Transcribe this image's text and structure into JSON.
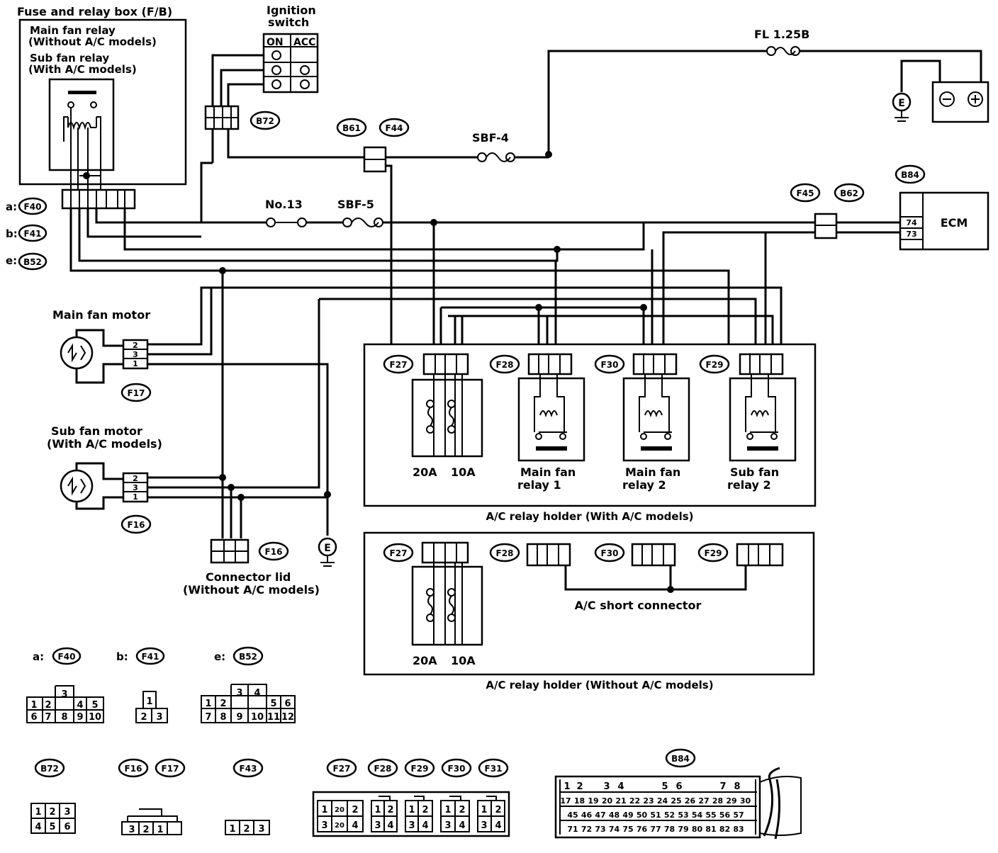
{
  "labels": {
    "fuse_box_title": "Fuse and relay box (F/B)",
    "main_relay_1": "Main fan relay",
    "main_relay_2": "(Without A/C models)",
    "sub_relay_1": "Sub fan relay",
    "sub_relay_2": "(With A/C models)",
    "ign_1": "Ignition",
    "ign_2": "switch",
    "ign_on": "ON",
    "ign_acc": "ACC",
    "fl": "FL 1.25B",
    "sbf4": "SBF-4",
    "sbf5": "SBF-5",
    "no13": "No.13",
    "ecm": "ECM",
    "main_motor": "Main fan motor",
    "sub_motor_1": "Sub fan motor",
    "sub_motor_2": "(With A/C models)",
    "conn_lid_1": "Connector lid",
    "conn_lid_2": "(Without A/C models)",
    "relay_20a": "20A",
    "relay_10a": "10A",
    "mfr1_1": "Main fan",
    "mfr1_2": "relay 1",
    "mfr2_1": "Main fan",
    "mfr2_2": "relay 2",
    "sfr2_1": "Sub fan",
    "sfr2_2": "relay 2",
    "holder_with": "A/C relay holder (With A/C models)",
    "holder_without": "A/C relay holder (Without A/C models)",
    "short_conn": "A/C short connector",
    "ground": "E",
    "prefix_a": "a:",
    "prefix_b": "b:",
    "prefix_e": "e:"
  },
  "connectors": {
    "f40": "F40",
    "f41": "F41",
    "b52": "B52",
    "b72": "B72",
    "b61": "B61",
    "f44": "F44",
    "f45": "F45",
    "b62": "B62",
    "b84": "B84",
    "f17": "F17",
    "f16": "F16",
    "f27": "F27",
    "f28": "F28",
    "f29": "F29",
    "f30": "F30",
    "f31": "F31",
    "f43": "F43"
  },
  "pins": {
    "f40": [
      "1",
      "2",
      "3",
      "4",
      "5",
      "6",
      "7",
      "8",
      "9",
      "10"
    ],
    "f41": [
      "1",
      "2",
      "3"
    ],
    "b52": [
      "1",
      "2",
      "3",
      "4",
      "5",
      "6",
      "7",
      "8",
      "9",
      "10",
      "11",
      "12"
    ],
    "b72": [
      "1",
      "2",
      "3",
      "4",
      "5",
      "6"
    ],
    "f16_17": [
      "3",
      "2",
      "1"
    ],
    "f43": [
      "1",
      "2",
      "3"
    ],
    "f27": [
      "1",
      "20",
      "2",
      "3",
      "20",
      "4"
    ],
    "relay": [
      "1",
      "2",
      "3",
      "4"
    ],
    "b84_row1": [
      "1",
      "2",
      "3",
      "4",
      "5",
      "6",
      "7",
      "8"
    ],
    "b84_row2": [
      "17",
      "18",
      "19",
      "20",
      "21",
      "22",
      "23",
      "24",
      "25",
      "26",
      "27",
      "28",
      "29",
      "30"
    ],
    "b84_row3": [
      "45",
      "46",
      "47",
      "48",
      "49",
      "50",
      "51",
      "52",
      "53",
      "54",
      "55",
      "56",
      "57"
    ],
    "b84_row4": [
      "71",
      "72",
      "73",
      "74",
      "75",
      "76",
      "77",
      "78",
      "79",
      "80",
      "81",
      "82",
      "83"
    ],
    "motor_conn": [
      "2",
      "3",
      "1"
    ],
    "ecm_pins": [
      "74",
      "73"
    ]
  }
}
